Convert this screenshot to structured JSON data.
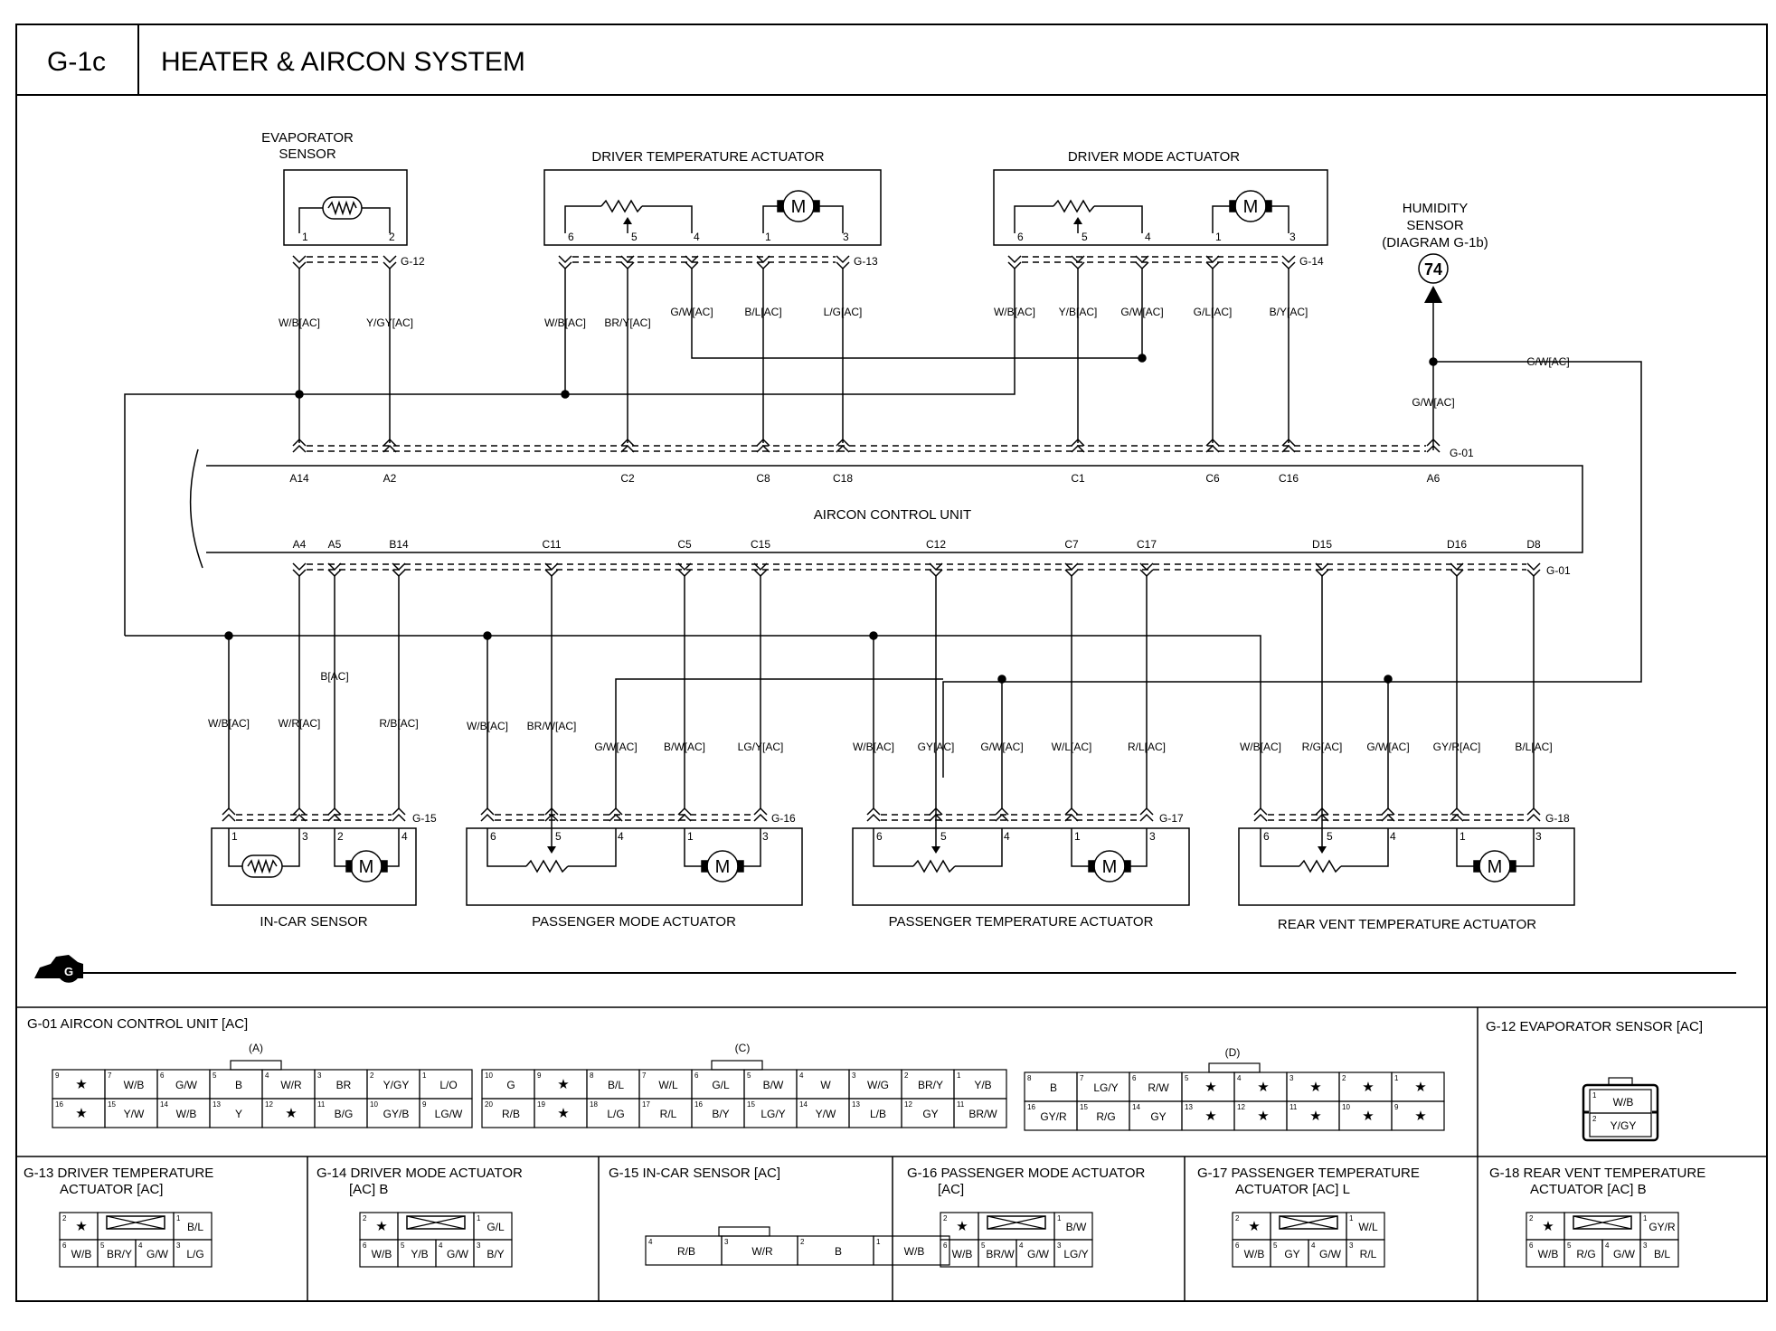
{
  "header": {
    "code": "G-1c",
    "title": "HEATER & AIRCON SYSTEM"
  },
  "components": {
    "evap_sensor": [
      "EVAPORATOR",
      "SENSOR"
    ],
    "driver_temp": "DRIVER TEMPERATURE ACTUATOR",
    "driver_mode": "DRIVER MODE ACTUATOR",
    "humidity": [
      "HUMIDITY",
      "SENSOR",
      "(DIAGRAM G-1b)"
    ],
    "humidity_ref": "74",
    "acu": "AIRCON CONTROL UNIT",
    "in_car": "IN-CAR SENSOR",
    "pass_mode": "PASSENGER MODE ACTUATOR",
    "pass_temp": "PASSENGER TEMPERATURE ACTUATOR",
    "rear_vent": "REAR VENT TEMPERATURE ACTUATOR",
    "ground": "G",
    "motor": "M"
  },
  "connectors": {
    "g12": "G-12",
    "g13": "G-13",
    "g14": "G-14",
    "g01a": "G-01",
    "g01b": "G-01",
    "g15": "G-15",
    "g16": "G-16",
    "g17": "G-17",
    "g18": "G-18"
  },
  "wires": {
    "evap": [
      "W/B[AC]",
      "Y/GY[AC]"
    ],
    "dta": [
      "W/B[AC]",
      "BR/Y[AC]",
      "G/W[AC]",
      "B/L[AC]",
      "L/G[AC]"
    ],
    "dma": [
      "W/B[AC]",
      "Y/B[AC]",
      "G/W[AC]",
      "G/L[AC]",
      "B/Y[AC]"
    ],
    "hum": "G/W[AC]",
    "right": "G/W[AC]",
    "ics": [
      "W/B[AC]",
      "W/R[AC]",
      "B[AC]",
      "R/B[AC]"
    ],
    "pma": [
      "W/B[AC]",
      "BR/W[AC]",
      "G/W[AC]",
      "B/W[AC]",
      "LG/Y[AC]"
    ],
    "pta": [
      "W/B[AC]",
      "GY[AC]",
      "G/W[AC]",
      "W/L[AC]",
      "R/L[AC]"
    ],
    "rva": [
      "W/B[AC]",
      "R/G[AC]",
      "G/W[AC]",
      "GY/R[AC]",
      "B/L[AC]"
    ]
  },
  "acu_pins": {
    "top": [
      "A14",
      "A2",
      "C2",
      "C8",
      "C18",
      "C1",
      "C6",
      "C16",
      "A6"
    ],
    "bottom": [
      "A4",
      "A5",
      "B14",
      "C11",
      "C5",
      "C15",
      "C12",
      "C7",
      "C17",
      "D15",
      "D16",
      "D8"
    ]
  },
  "pins": {
    "evap": [
      "1",
      "2"
    ],
    "act5": [
      "6",
      "5",
      "4",
      "1",
      "3"
    ],
    "ics": [
      "1",
      "3",
      "2",
      "4"
    ]
  },
  "legend": {
    "g01": {
      "title": "G-01 AIRCON CONTROL UNIT [AC]",
      "group_a": "(A)",
      "group_c": "(C)",
      "group_d": "(D)",
      "a_row1": [
        [
          "9",
          "★"
        ],
        [
          "7",
          "W/B"
        ],
        [
          "6",
          "G/W"
        ],
        [
          "5",
          "B"
        ],
        [
          "4",
          "W/R"
        ],
        [
          "3",
          "BR"
        ],
        [
          "2",
          "Y/GY"
        ],
        [
          "1",
          "L/O"
        ]
      ],
      "a_row2": [
        [
          "16",
          "★"
        ],
        [
          "15",
          "Y/W"
        ],
        [
          "14",
          "W/B"
        ],
        [
          "13",
          "Y"
        ],
        [
          "12",
          "★"
        ],
        [
          "11",
          "B/G"
        ],
        [
          "10",
          "GY/B"
        ],
        [
          "9",
          "LG/W"
        ]
      ],
      "c_row1": [
        [
          "10",
          "G"
        ],
        [
          "9",
          "★"
        ],
        [
          "8",
          "B/L"
        ],
        [
          "7",
          "W/L"
        ],
        [
          "6",
          "G/L"
        ],
        [
          "5",
          "B/W"
        ],
        [
          "4",
          "W"
        ],
        [
          "3",
          "W/G"
        ],
        [
          "2",
          "BR/Y"
        ],
        [
          "1",
          "Y/B"
        ]
      ],
      "c_row2": [
        [
          "20",
          "R/B"
        ],
        [
          "19",
          "★"
        ],
        [
          "18",
          "L/G"
        ],
        [
          "17",
          "R/L"
        ],
        [
          "16",
          "B/Y"
        ],
        [
          "15",
          "LG/Y"
        ],
        [
          "14",
          "Y/W"
        ],
        [
          "13",
          "L/B"
        ],
        [
          "12",
          "GY"
        ],
        [
          "11",
          "BR/W"
        ]
      ],
      "d_row1": [
        [
          "8",
          "B"
        ],
        [
          "7",
          "LG/Y"
        ],
        [
          "6",
          "R/W"
        ],
        [
          "5",
          "★"
        ],
        [
          "4",
          "★"
        ],
        [
          "3",
          "★"
        ],
        [
          "2",
          "★"
        ],
        [
          "1",
          "★"
        ]
      ],
      "d_row2": [
        [
          "16",
          "GY/R"
        ],
        [
          "15",
          "R/G"
        ],
        [
          "14",
          "GY"
        ],
        [
          "13",
          "★"
        ],
        [
          "12",
          "★"
        ],
        [
          "11",
          "★"
        ],
        [
          "10",
          "★"
        ],
        [
          "9",
          "★"
        ]
      ]
    },
    "g12": {
      "title": "G-12 EVAPORATOR SENSOR [AC]",
      "cells": [
        [
          "1",
          "W/B"
        ],
        [
          "2",
          "Y/GY"
        ]
      ]
    },
    "g13": {
      "title": [
        "G-13 DRIVER TEMPERATURE",
        "ACTUATOR [AC]"
      ],
      "top": [
        [
          "2",
          "★"
        ],
        [
          "1",
          "B/L"
        ]
      ],
      "bottom": [
        [
          "6",
          "W/B"
        ],
        [
          "5",
          "BR/Y"
        ],
        [
          "4",
          "G/W"
        ],
        [
          "3",
          "L/G"
        ]
      ]
    },
    "g14": {
      "title": [
        "G-14 DRIVER MODE ACTUATOR",
        "[AC] B"
      ],
      "top": [
        [
          "2",
          "★"
        ],
        [
          "1",
          "G/L"
        ]
      ],
      "bottom": [
        [
          "6",
          "W/B"
        ],
        [
          "5",
          "Y/B"
        ],
        [
          "4",
          "G/W"
        ],
        [
          "3",
          "B/Y"
        ]
      ]
    },
    "g15": {
      "title": "G-15 IN-CAR SENSOR [AC]",
      "cells": [
        [
          "4",
          "R/B"
        ],
        [
          "3",
          "W/R"
        ],
        [
          "2",
          "B"
        ],
        [
          "1",
          "W/B"
        ]
      ]
    },
    "g16": {
      "title": [
        "G-16 PASSENGER MODE ACTUATOR",
        "[AC]"
      ],
      "top": [
        [
          "2",
          "★"
        ],
        [
          "1",
          "B/W"
        ]
      ],
      "bottom": [
        [
          "6",
          "W/B"
        ],
        [
          "5",
          "BR/W"
        ],
        [
          "4",
          "G/W"
        ],
        [
          "3",
          "LG/Y"
        ]
      ]
    },
    "g17": {
      "title": [
        "G-17 PASSENGER TEMPERATURE",
        "ACTUATOR [AC] L"
      ],
      "top": [
        [
          "2",
          "★"
        ],
        [
          "1",
          "W/L"
        ]
      ],
      "bottom": [
        [
          "6",
          "W/B"
        ],
        [
          "5",
          "GY"
        ],
        [
          "4",
          "G/W"
        ],
        [
          "3",
          "R/L"
        ]
      ]
    },
    "g18": {
      "title": [
        "G-18 REAR VENT TEMPERATURE",
        "ACTUATOR [AC] B"
      ],
      "top": [
        [
          "2",
          "★"
        ],
        [
          "1",
          "GY/R"
        ]
      ],
      "bottom": [
        [
          "6",
          "W/B"
        ],
        [
          "5",
          "R/G"
        ],
        [
          "4",
          "G/W"
        ],
        [
          "3",
          "B/L"
        ]
      ]
    }
  }
}
